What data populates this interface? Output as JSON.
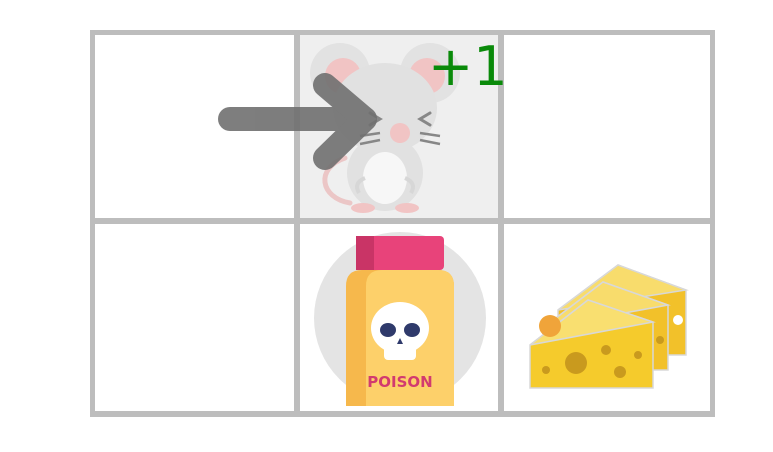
{
  "game": {
    "grid": {
      "rows": 2,
      "cols": 3
    },
    "cells": [
      {
        "row": 0,
        "col": 0,
        "content": "empty"
      },
      {
        "row": 0,
        "col": 1,
        "content": "mouse",
        "shaded": true
      },
      {
        "row": 0,
        "col": 2,
        "content": "empty"
      },
      {
        "row": 1,
        "col": 0,
        "content": "empty"
      },
      {
        "row": 1,
        "col": 1,
        "content": "poison"
      },
      {
        "row": 1,
        "col": 2,
        "content": "cheese"
      }
    ],
    "reward_text": "+1",
    "poison_label": "POISON",
    "last_action": "right"
  },
  "colors": {
    "grid_line": "#bdbdbd",
    "reward": "#0a8a0a",
    "arrow": "#7a7a7a",
    "poison_cap": "#e8437a",
    "poison_jar": "#f6b84c",
    "cheese": "#f5cb2c"
  },
  "icons": {
    "mouse": "mouse-icon",
    "arrow": "arrow-right-icon",
    "poison": "poison-bottle-icon",
    "skull": "skull-icon",
    "cheese": "cheese-icon"
  }
}
